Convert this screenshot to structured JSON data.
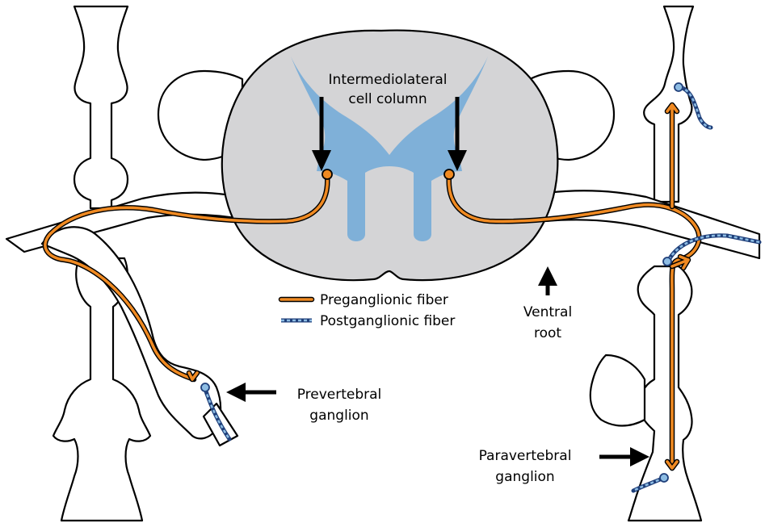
{
  "colors": {
    "gray_matter": "#7fb0d8",
    "white_matter": "#d4d4d6",
    "preganglionic": "#f08a22",
    "postganglionic": "#8dbce3"
  },
  "labels": {
    "intermediolateral": [
      "Intermediolateral",
      "cell column"
    ],
    "ventral_root": [
      "Ventral",
      "root"
    ],
    "prevertebral": [
      "Prevertebral",
      "ganglion"
    ],
    "paravertebral": [
      "Paravertebral",
      "ganglion"
    ]
  },
  "legend": {
    "preganglionic": "Preganglionic fiber",
    "postganglionic": "Postganglionic fiber"
  }
}
